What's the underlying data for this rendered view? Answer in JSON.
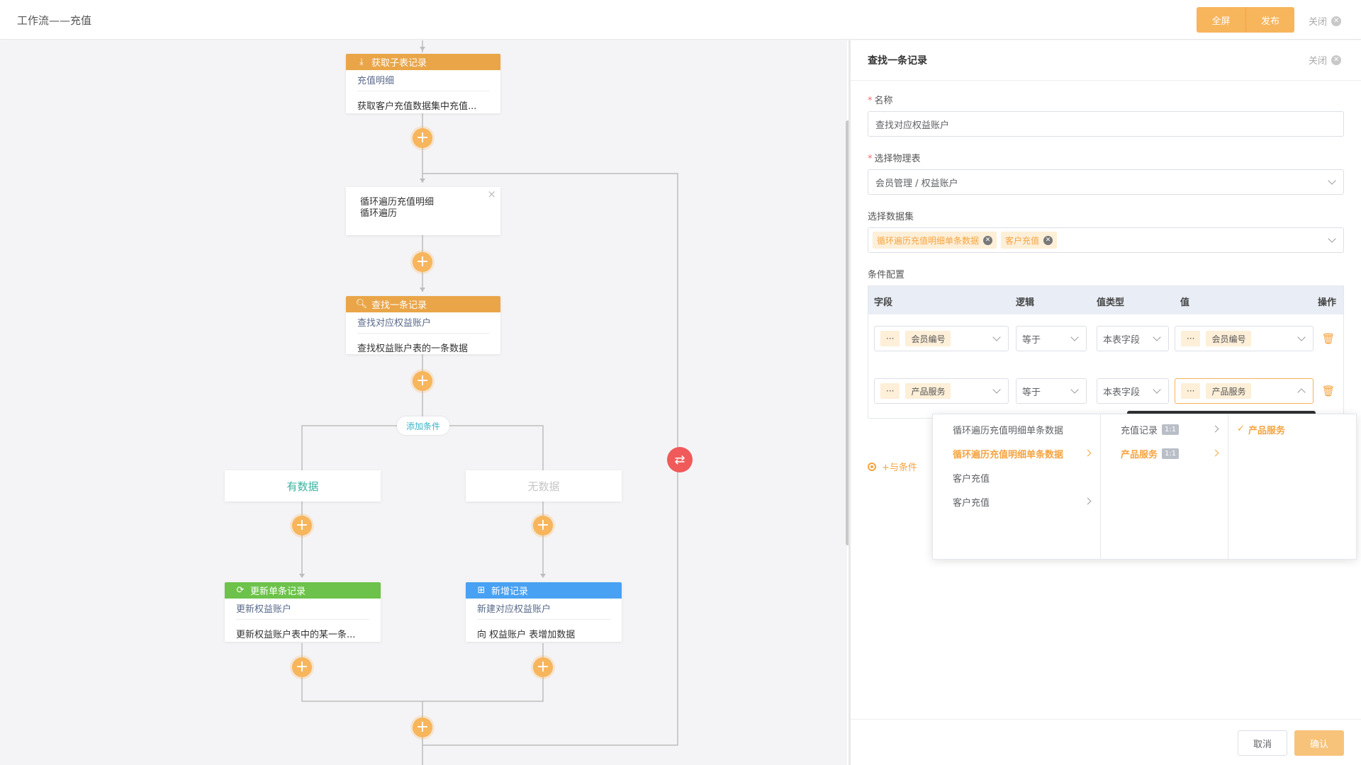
{
  "topbar": {
    "title": "工作流——充值",
    "fullscreen_label": "全屏",
    "publish_label": "发布",
    "close_label": "关闭"
  },
  "flow": {
    "node_subtable": {
      "title": "获取子表记录",
      "sub": "充值明细",
      "desc": "获取客户充值数据集中充值..."
    },
    "node_loop": {
      "line1": "循环遍历充值明细",
      "line2": "循环遍历"
    },
    "node_find": {
      "title": "查找一条记录",
      "sub": "查找对应权益账户",
      "desc": "查找权益账户表的一条数据"
    },
    "add_condition_label": "添加条件",
    "branch_has_data": "有数据",
    "branch_no_data": "无数据",
    "node_update": {
      "title": "更新单条记录",
      "sub": "更新权益账户",
      "desc": "更新权益账户表中的某一条..."
    },
    "node_create": {
      "title": "新增记录",
      "sub": "新建对应权益账户",
      "desc": "向 权益账户 表增加数据"
    },
    "colors": {
      "orange": "#e9a547",
      "green": "#6cc24a",
      "blue": "#48a1f2",
      "plus": "#f7b55c",
      "loop": "#f05a5a"
    }
  },
  "panel": {
    "title": "查找一条记录",
    "close_label": "关闭",
    "name_label": "名称",
    "name_value": "查找对应权益账户",
    "table_label": "选择物理表",
    "table_value": "会员管理 / 权益账户",
    "dataset_label": "选择数据集",
    "dataset_tags": [
      "循环遍历充值明细单条数据",
      "客户充值"
    ],
    "condition_label": "条件配置",
    "columns": {
      "field": "字段",
      "logic": "逻辑",
      "value_type": "值类型",
      "value": "值",
      "action": "操作"
    },
    "rows": [
      {
        "chip": "···",
        "field": "会员编号",
        "logic": "等于",
        "value_type": "本表字段",
        "value_chip": "···",
        "value": "会员编号"
      },
      {
        "chip": "···",
        "field": "产品服务",
        "logic": "等于",
        "value_type": "本表字段",
        "value_chip": "···",
        "value": "产品服务"
      }
    ],
    "add_and_label": "+与条件",
    "cancel_label": "取消",
    "confirm_label": "确认"
  },
  "cascader": {
    "col1": [
      "循环遍历充值明细单条数据",
      "循环遍历充值明细单条数据",
      "客户充值",
      "客户充值"
    ],
    "col2": [
      {
        "label": "充值记录",
        "badge": "1:1"
      },
      {
        "label": "产品服务",
        "badge": "1:1"
      }
    ],
    "col3": [
      "产品服务"
    ]
  }
}
